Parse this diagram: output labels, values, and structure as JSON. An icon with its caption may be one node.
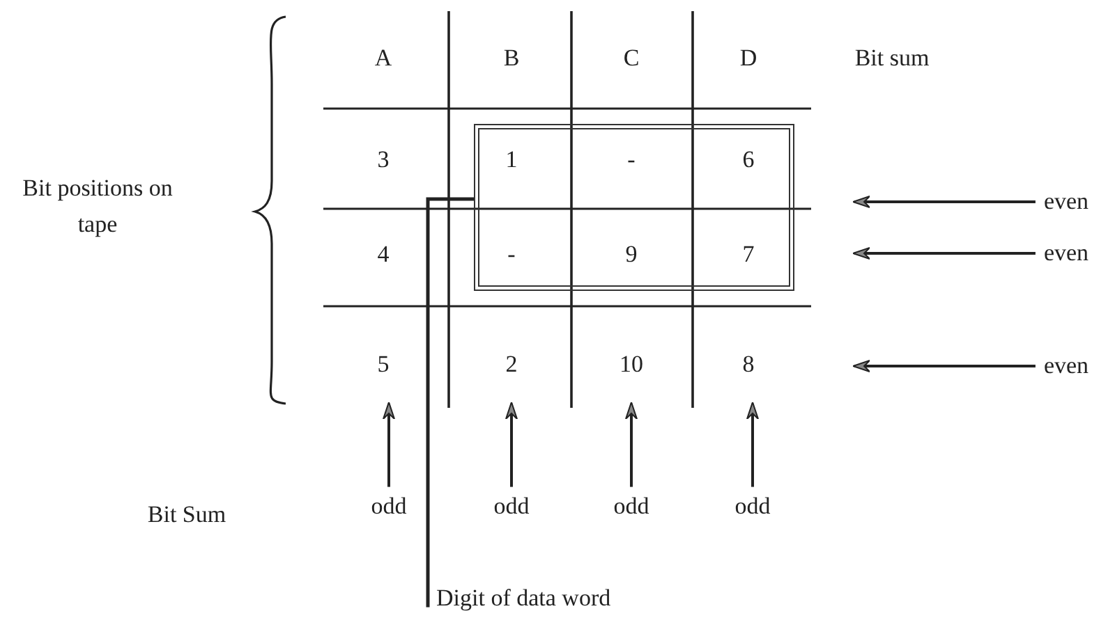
{
  "diagram": {
    "nodes": [
      {
        "text": [],
        "shape": "box"
      },
      {
        "text": [
          "even"
        ]
      },
      {
        "text": [
          "even"
        ]
      },
      {
        "text": [
          "even"
        ]
      },
      {
        "text": [
          "odd"
        ]
      },
      {
        "text": [
          "odd"
        ]
      },
      {
        "text": [
          "odd"
        ]
      },
      {
        "text": [
          "odd"
        ]
      },
      {
        "text": [
          "Digit of data word"
        ]
      }
    ],
    "edges": [
      {
        "from": 1,
        "to": null,
        "arrow": "to"
      },
      {
        "from": 2,
        "to": null,
        "arrow": "to"
      },
      {
        "from": 3,
        "to": null,
        "arrow": "to"
      },
      {
        "from": 4,
        "to": null,
        "arrow": "to"
      },
      {
        "from": 5,
        "to": null,
        "arrow": "to"
      },
      {
        "from": 6,
        "to": null,
        "arrow": "to"
      },
      {
        "from": 7,
        "to": null,
        "arrow": "to"
      },
      {
        "from": 8,
        "to": 0,
        "arrow": "none"
      }
    ],
    "labels": [
      "A",
      "B",
      "C",
      "D",
      "Bit sum",
      "Bit positions on tape",
      "3",
      "1",
      "-",
      "6",
      "4",
      "-",
      "9",
      "7",
      "5",
      "2",
      "10",
      "8",
      "Bit Sum"
    ]
  }
}
